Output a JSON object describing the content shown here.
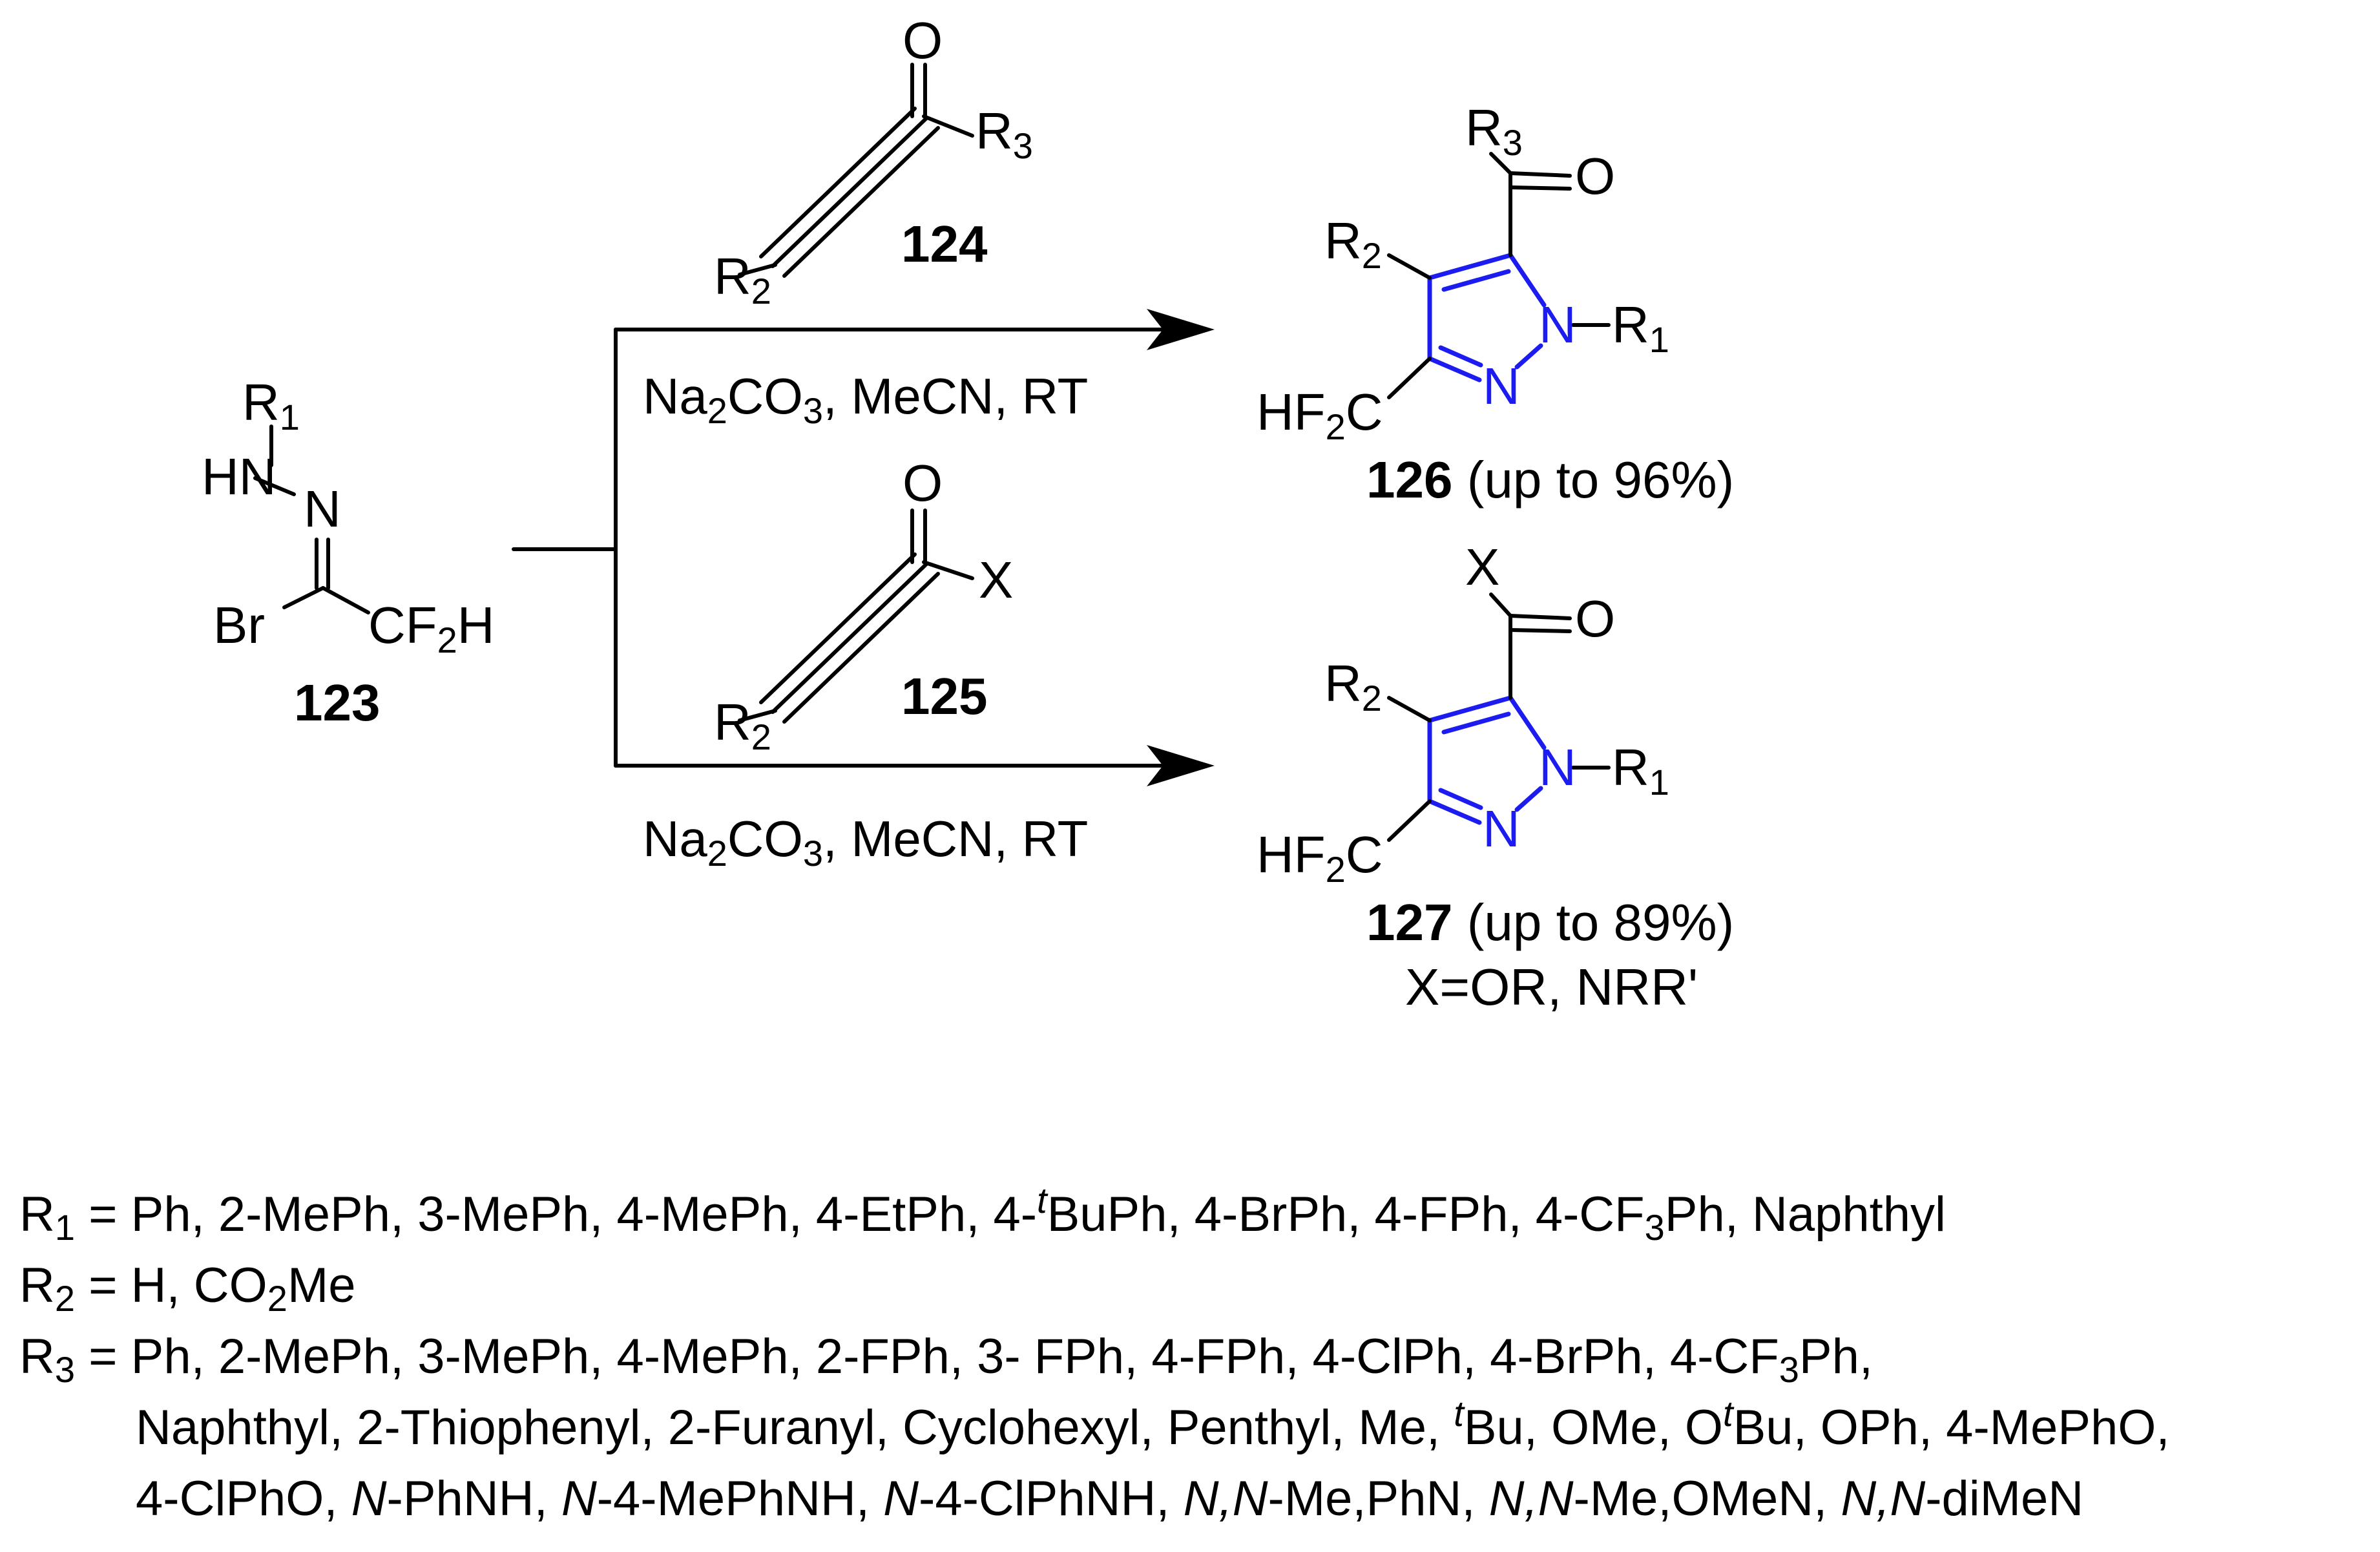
{
  "reactant_123": {
    "atoms": {
      "R": "R",
      "one": "1",
      "HN": "HN",
      "N": "N",
      "Br": "Br",
      "CF": "CF",
      "two": "2",
      "H": "H"
    },
    "compound_number": "123"
  },
  "reagent_124": {
    "atoms": {
      "O": "O",
      "R3": "R",
      "three": "3",
      "R2": "R",
      "two": "2"
    },
    "compound_number": "124"
  },
  "reagent_125": {
    "atoms": {
      "O": "O",
      "X": "X",
      "R2": "R",
      "two": "2"
    },
    "compound_number": "125"
  },
  "conditions": {
    "top": {
      "na": "Na",
      "two": "2",
      "co": "CO",
      "three": "3",
      "rest": ", MeCN, RT"
    },
    "bottom": {
      "na": "Na",
      "two": "2",
      "co": "CO",
      "three": "3",
      "rest": ", MeCN, RT"
    }
  },
  "product_126": {
    "atoms": {
      "R3": "R",
      "three": "3",
      "O": "O",
      "R2": "R",
      "two": "2",
      "N1": "N",
      "R1": "R",
      "one": "1",
      "N2": "N",
      "HF": "HF",
      "C": "C"
    },
    "compound_number": "126",
    "yield": " (up to 96%)"
  },
  "product_127": {
    "atoms": {
      "X": "X",
      "O": "O",
      "R2": "R",
      "two": "2",
      "N1": "N",
      "R1": "R",
      "one": "1",
      "N2": "N",
      "HF": "HF",
      "C": "C"
    },
    "compound_number": "127",
    "yield": " (up to 89%)",
    "note": "X=OR, NRR'"
  },
  "legend": {
    "r1": {
      "r": "R",
      "sub": "1",
      "a": " = Ph, 2-MePh, 3-MePh, 4-MePh, 4-EtPh, 4-",
      "t": "t",
      "b": "BuPh, 4-BrPh, 4-FPh, 4-CF",
      "sub3": "3",
      "c": "Ph, Naphthyl"
    },
    "r2": {
      "r": "R",
      "sub": "2",
      "a": " = H, CO",
      "sub2": "2",
      "b": "Me"
    },
    "r3_line1": {
      "r": "R",
      "sub": "3",
      "a": " = Ph, 2-MePh, 3-MePh, 4-MePh, 2-FPh, 3-   FPh, 4-FPh, 4-ClPh, 4-BrPh, 4-CF",
      "sub3": "3",
      "b": "Ph,"
    },
    "r3_line2": {
      "a": "Naphthyl, 2-Thiophenyl, 2-Furanyl, Cyclohexyl, Penthyl, Me, ",
      "t1": "t",
      "b": "Bu, OMe, O",
      "t2": "t",
      "c": "Bu, OPh, 4-MePhO,"
    },
    "r3_line3": {
      "a": "4-ClPhO, ",
      "n1": "N",
      "b": "-PhNH, ",
      "n2": "N",
      "c": "-4-MePhNH, ",
      "n3": "N",
      "d": "-4-ClPhNH, ",
      "n4": "N,N",
      "e": "-Me,PhN, ",
      "n5": "N,N",
      "f": "-Me,OMeN, ",
      "n6": "N,N",
      "g": "-diMeN"
    }
  }
}
